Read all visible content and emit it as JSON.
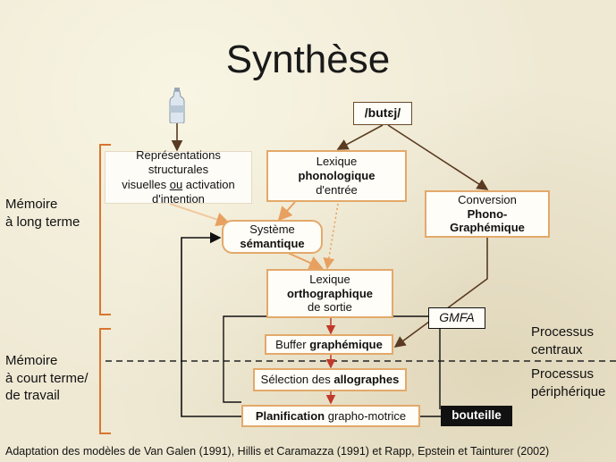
{
  "title": "Synthèse",
  "input": "/butɛj/",
  "boxes": {
    "representations": [
      "Représentations",
      "structurales",
      "visuelles ",
      "ou",
      " activation",
      "d'intention"
    ],
    "lexique_phono": [
      "Lexique",
      "phonologique",
      "d'entrée"
    ],
    "conversion": [
      "Conversion",
      "Phono-",
      "Graphémique"
    ],
    "semantique": [
      "Système",
      "sémantique"
    ],
    "lexique_ortho": [
      "Lexique",
      "orthographique",
      "de sortie"
    ],
    "gmfa": "GMFA",
    "buffer": [
      "Buffer ",
      "graphémique"
    ],
    "selection": [
      "Sélection des ",
      "allographes"
    ],
    "planification": [
      "Planification",
      " grapho-motrice"
    ],
    "output": "bouteille"
  },
  "side_labels": {
    "long_term": [
      "Mémoire",
      "à long terme"
    ],
    "short_term": [
      "Mémoire",
      "à court terme/",
      "de travail"
    ],
    "central": [
      "Processus",
      "centraux"
    ],
    "peripheral": [
      "Processus",
      "périphérique"
    ]
  },
  "footer": "Adaptation des modèles de Van Galen (1991), Hillis et Caramazza (1991) et Rapp, Epstein et Tainturer (2002)",
  "colors": {
    "box_border": "#e3a96a",
    "arrow_orange": "#e8a060",
    "arrow_dark": "#5a3a22",
    "arrow_red": "#c0392b",
    "bracket": "#d9762f",
    "output_bg": "#111111"
  }
}
